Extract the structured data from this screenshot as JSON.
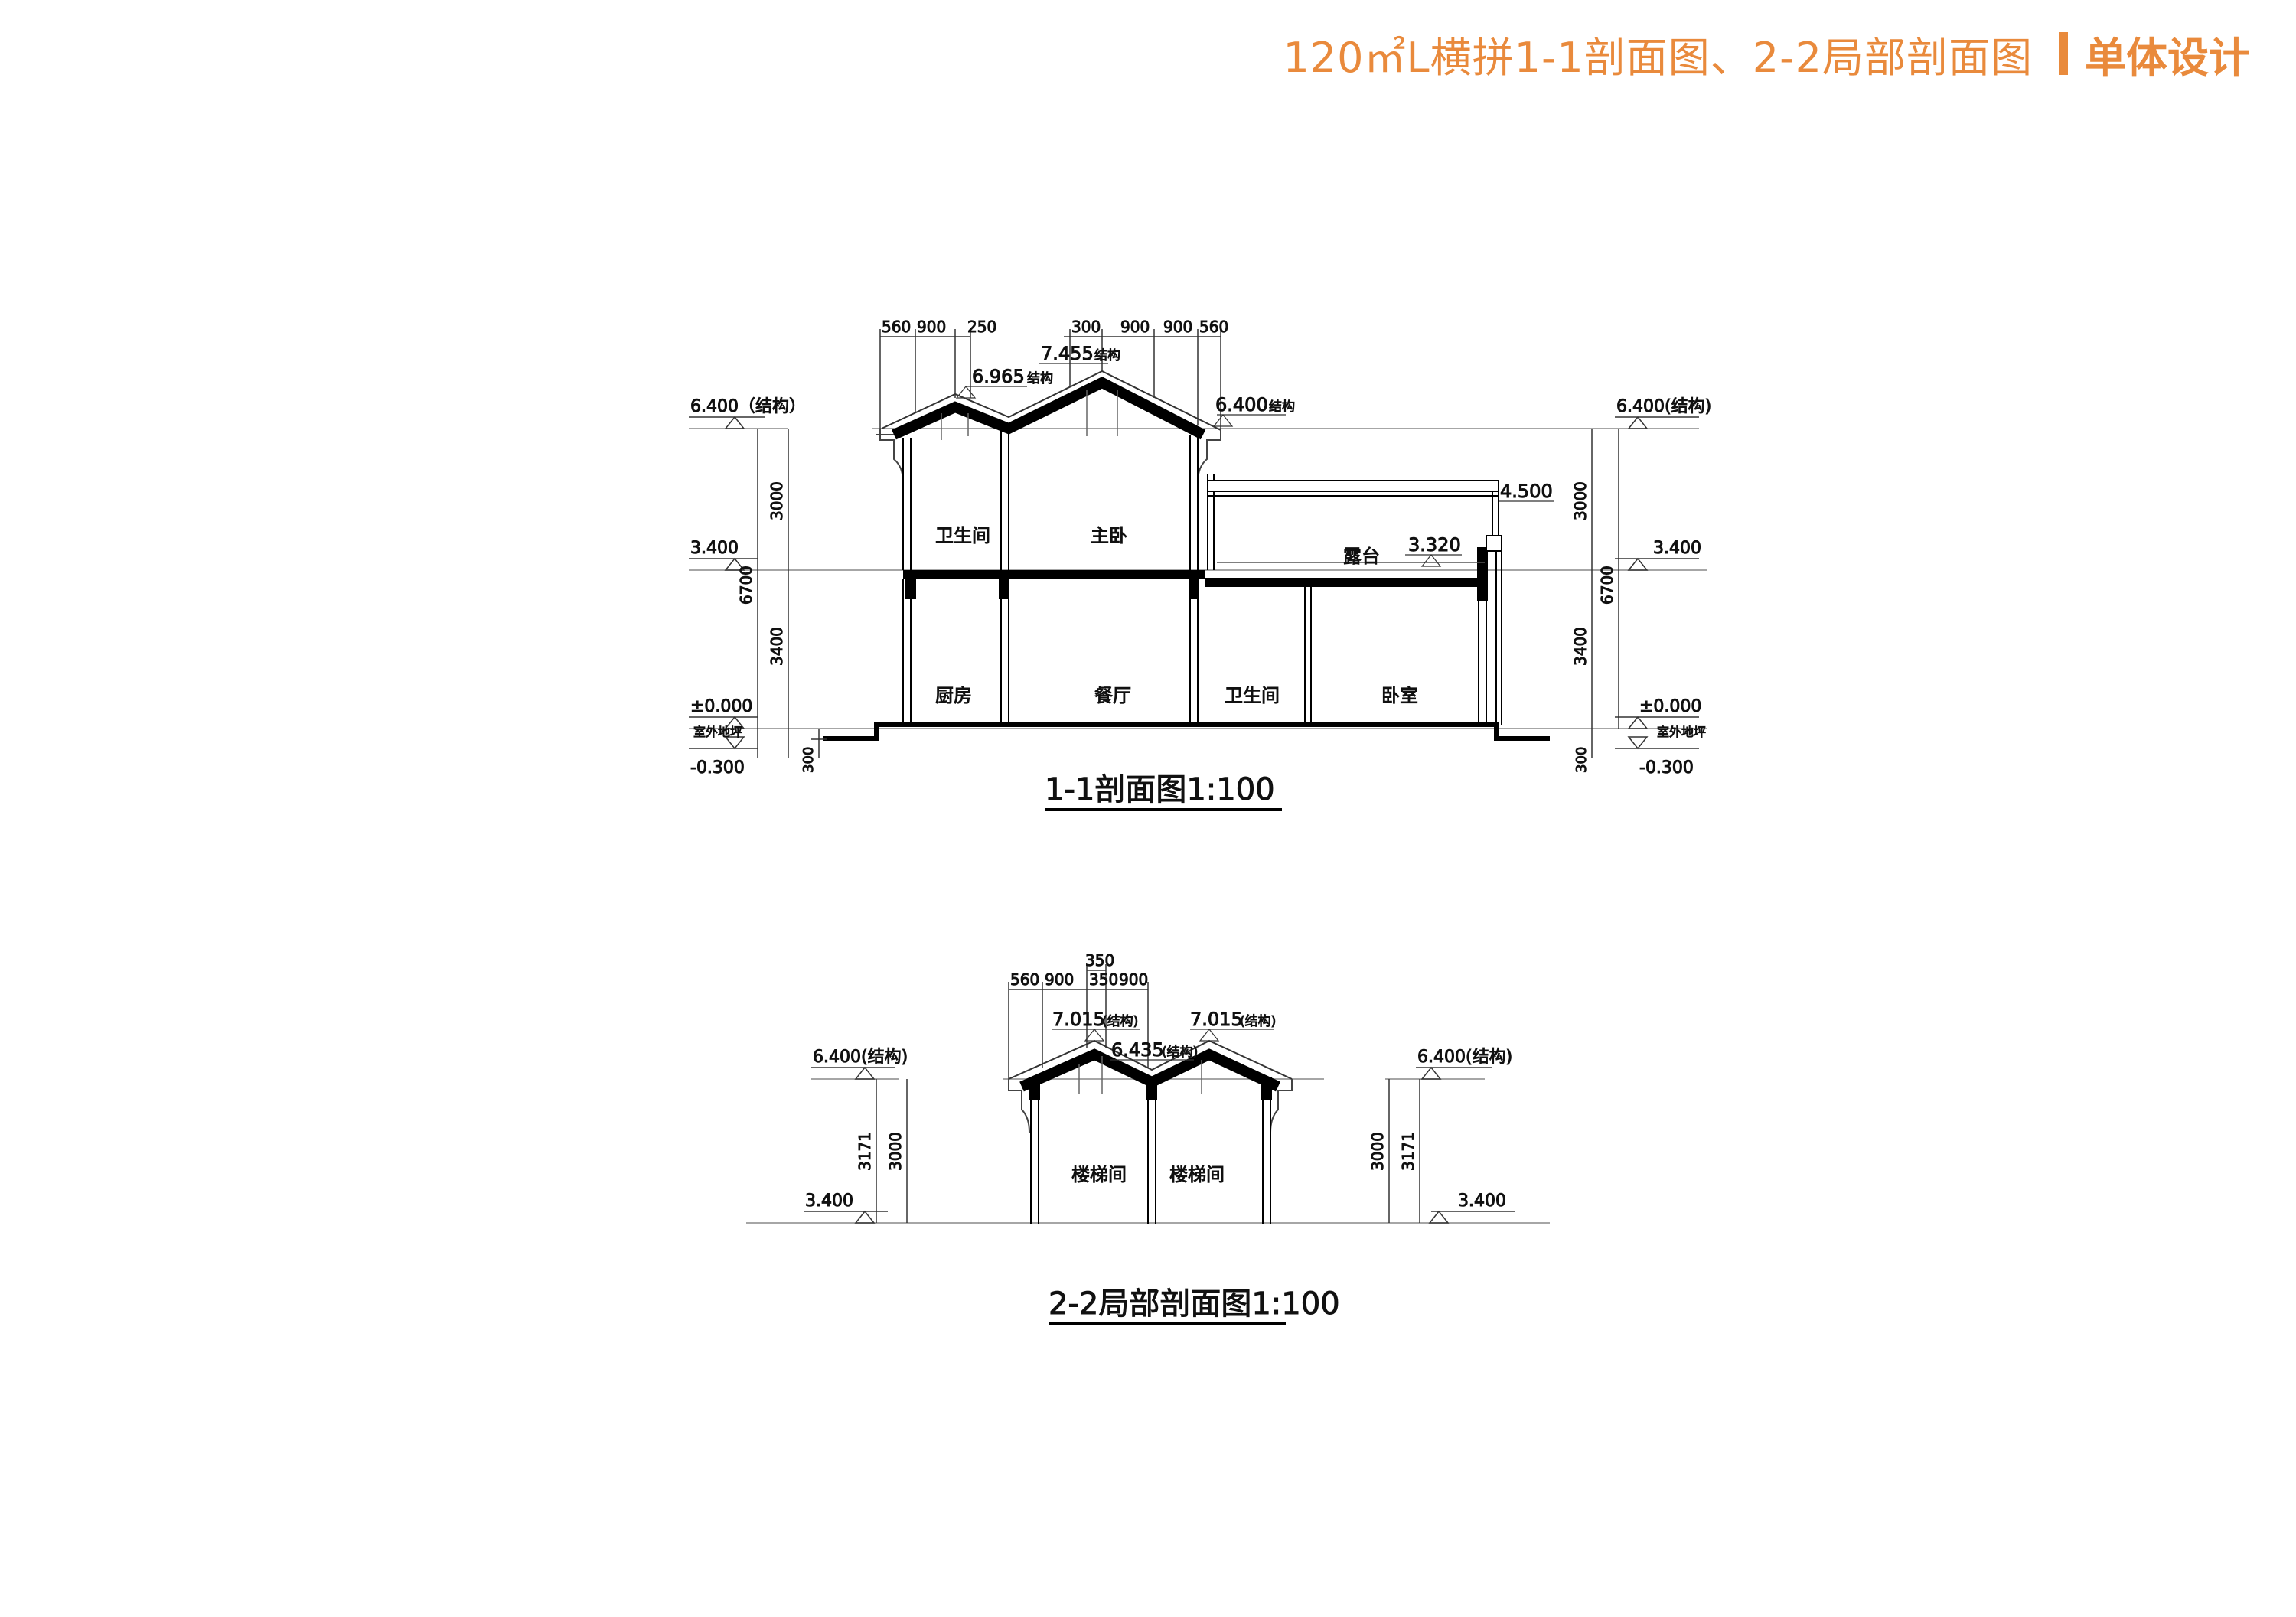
{
  "header": {
    "title": "120㎡L横拼1-1剖面图、2-2局部剖面图",
    "subtitle": "单体设计"
  },
  "section11": {
    "caption": "1-1剖面图1:100",
    "top_dims_left": [
      "560",
      "900",
      "250"
    ],
    "top_dims_right": [
      "300",
      "900",
      "900",
      "560"
    ],
    "ridge_elev": "7.455",
    "ridge_tag": "结构",
    "valley_elev": "6.965",
    "valley_tag": "结构",
    "eave_right_elev": "6.400",
    "eave_right_tag": "结构",
    "left_levels": {
      "top": "6.400（结构）",
      "mid": "3.400",
      "ground": "±0.000",
      "outdoor_label": "室外地坪",
      "outdoor": "-0.300"
    },
    "right_levels": {
      "top": "6.400(结构)",
      "mid": "3.400",
      "ground": "±0.000",
      "outdoor_label": "室外地坪",
      "outdoor": "-0.300"
    },
    "vert_dims": {
      "upper": "3000",
      "lower": "3400",
      "total": "6700",
      "base": "300"
    },
    "canopy_elev": "4.500",
    "terrace_elev": "3.320",
    "rooms": {
      "upper_bath": "卫生间",
      "master": "主卧",
      "terrace": "露台",
      "kitchen": "厨房",
      "dining": "餐厅",
      "lower_bath": "卫生间",
      "bedroom": "卧室"
    }
  },
  "section22": {
    "caption": "2-2局部剖面图1:100",
    "dim_350_top": "350",
    "top_dims": [
      "560",
      "900",
      "350",
      "900"
    ],
    "ridge_left_elev": "7.015",
    "ridge_left_tag": "(结构)",
    "ridge_right_elev": "7.015",
    "ridge_right_tag": "(结构)",
    "valley_elev": "6.435",
    "valley_tag": "(结构)",
    "left_top": "6.400(结构)",
    "left_bottom": "3.400",
    "right_top": "6.400(结构)",
    "right_bottom": "3.400",
    "vert_dims": {
      "a": "3171",
      "b": "3000"
    },
    "rooms": {
      "stair_left": "楼梯间",
      "stair_right": "楼梯间"
    }
  }
}
